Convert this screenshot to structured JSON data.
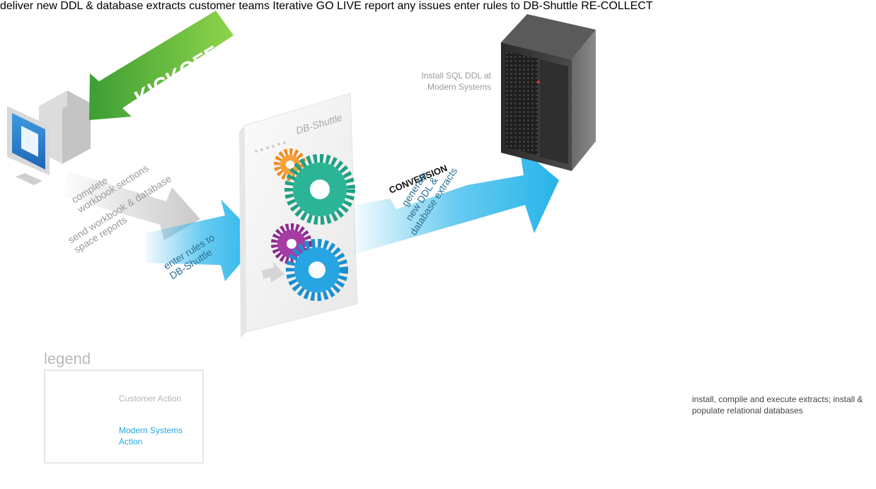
{
  "stages": {
    "kickoff": "KICKOFF",
    "conversion": "CONVERSION",
    "recollect": "RE-COLLECT",
    "go_live": "GO LIVE"
  },
  "center_label": "Iterative",
  "product_label": "DB-Shuttle",
  "steps": {
    "complete_workbook": [
      "complete",
      "workbook sections"
    ],
    "send_workbook": [
      "send workbook & database",
      "space reports"
    ],
    "enter_rules_1": [
      "enter rules to",
      "DB-Shuttle"
    ],
    "generate": [
      "generate",
      "new DDL &",
      "database extracts"
    ],
    "deliver": [
      "deliver",
      "new DDL &",
      "database extracts"
    ],
    "customer_teams": "customer teams",
    "report_issues": [
      "report",
      "any issues"
    ],
    "enter_rules_2": [
      "enter rules to",
      "DB-Shuttle"
    ]
  },
  "notes": {
    "install_sql_ddl": "Install SQL DDL at Modern Systems",
    "install_compile": "install, compile and execute extracts; install & populate relational databases"
  },
  "legend": {
    "title": "legend",
    "customer_action": "Customer Action",
    "modern_action": "Modern Systems Action"
  },
  "colors": {
    "customer": "#c9c9c9",
    "modern": "#27b4ea",
    "kickoff": "#4cae3c",
    "server": "#3a3a3a"
  }
}
